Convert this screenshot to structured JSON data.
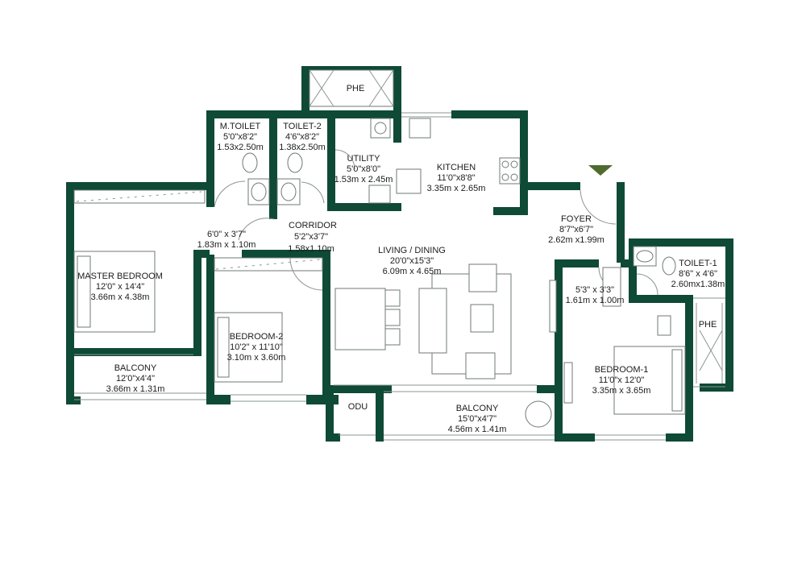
{
  "colors": {
    "wall": "#0e4a36",
    "entrance_marker": "#4f6b2e",
    "fixture_line": "#6f7a75"
  },
  "rooms": {
    "phe_top": {
      "name": "PHE"
    },
    "m_toilet": {
      "name": "M.TOILET",
      "imperial": "5'0\"x8'2\"",
      "metric": "1.53x2.50m"
    },
    "toilet_2": {
      "name": "TOILET-2",
      "imperial": "4'6\"x8'2\"",
      "metric": "1.38x2.50m"
    },
    "utility": {
      "name": "UTILITY",
      "imperial": "5'0\"x8'0\"",
      "metric": "1.53m x 2.45m"
    },
    "kitchen": {
      "name": "KITCHEN",
      "imperial": "11'0\"x8'8\"",
      "metric": "3.35m x 2.65m"
    },
    "foyer": {
      "name": "FOYER",
      "imperial": "8'7\"x6'7\"",
      "metric": "2.62m x1.99m"
    },
    "corridor": {
      "name": "CORRIDOR",
      "imperial": "5'2\"x3'7\"",
      "metric": "1.58x1.10m"
    },
    "passage": {
      "imperial": "6'0\" x 3'7\"",
      "metric": "1.83m x 1.10m"
    },
    "master_bedroom": {
      "name": "MASTER BEDROOM",
      "imperial": "12'0\" x 14'4\"",
      "metric": "3.66m x 4.38m"
    },
    "living_dining": {
      "name": "LIVING / DINING",
      "imperial": "20'0\"x15'3\"",
      "metric": "6.09m x 4.65m"
    },
    "bedroom_2": {
      "name": "BEDROOM-2",
      "imperial": "10'2\" x 11'10\"",
      "metric": "3.10m x 3.60m"
    },
    "balcony_left": {
      "name": "BALCONY",
      "imperial": "12'0\"x4'4\"",
      "metric": "3.66m x 1.31m"
    },
    "odu": {
      "name": "ODU"
    },
    "balcony_main": {
      "name": "BALCONY",
      "imperial": "15'0\"x4'7\"",
      "metric": "4.56m x 1.41m"
    },
    "toilet_1": {
      "name": "TOILET-1",
      "imperial": "8'6\" x 4'6\"",
      "metric": "2.60mx1.38m"
    },
    "dress": {
      "imperial": "5'3\" x 3'3\"",
      "metric": "1.61m x 1.00m"
    },
    "bedroom_1": {
      "name": "BEDROOM-1",
      "imperial": "11'0\"x 12'0\"",
      "metric": "3.35m x 3.65m"
    },
    "phe_right": {
      "name": "PHE"
    }
  }
}
